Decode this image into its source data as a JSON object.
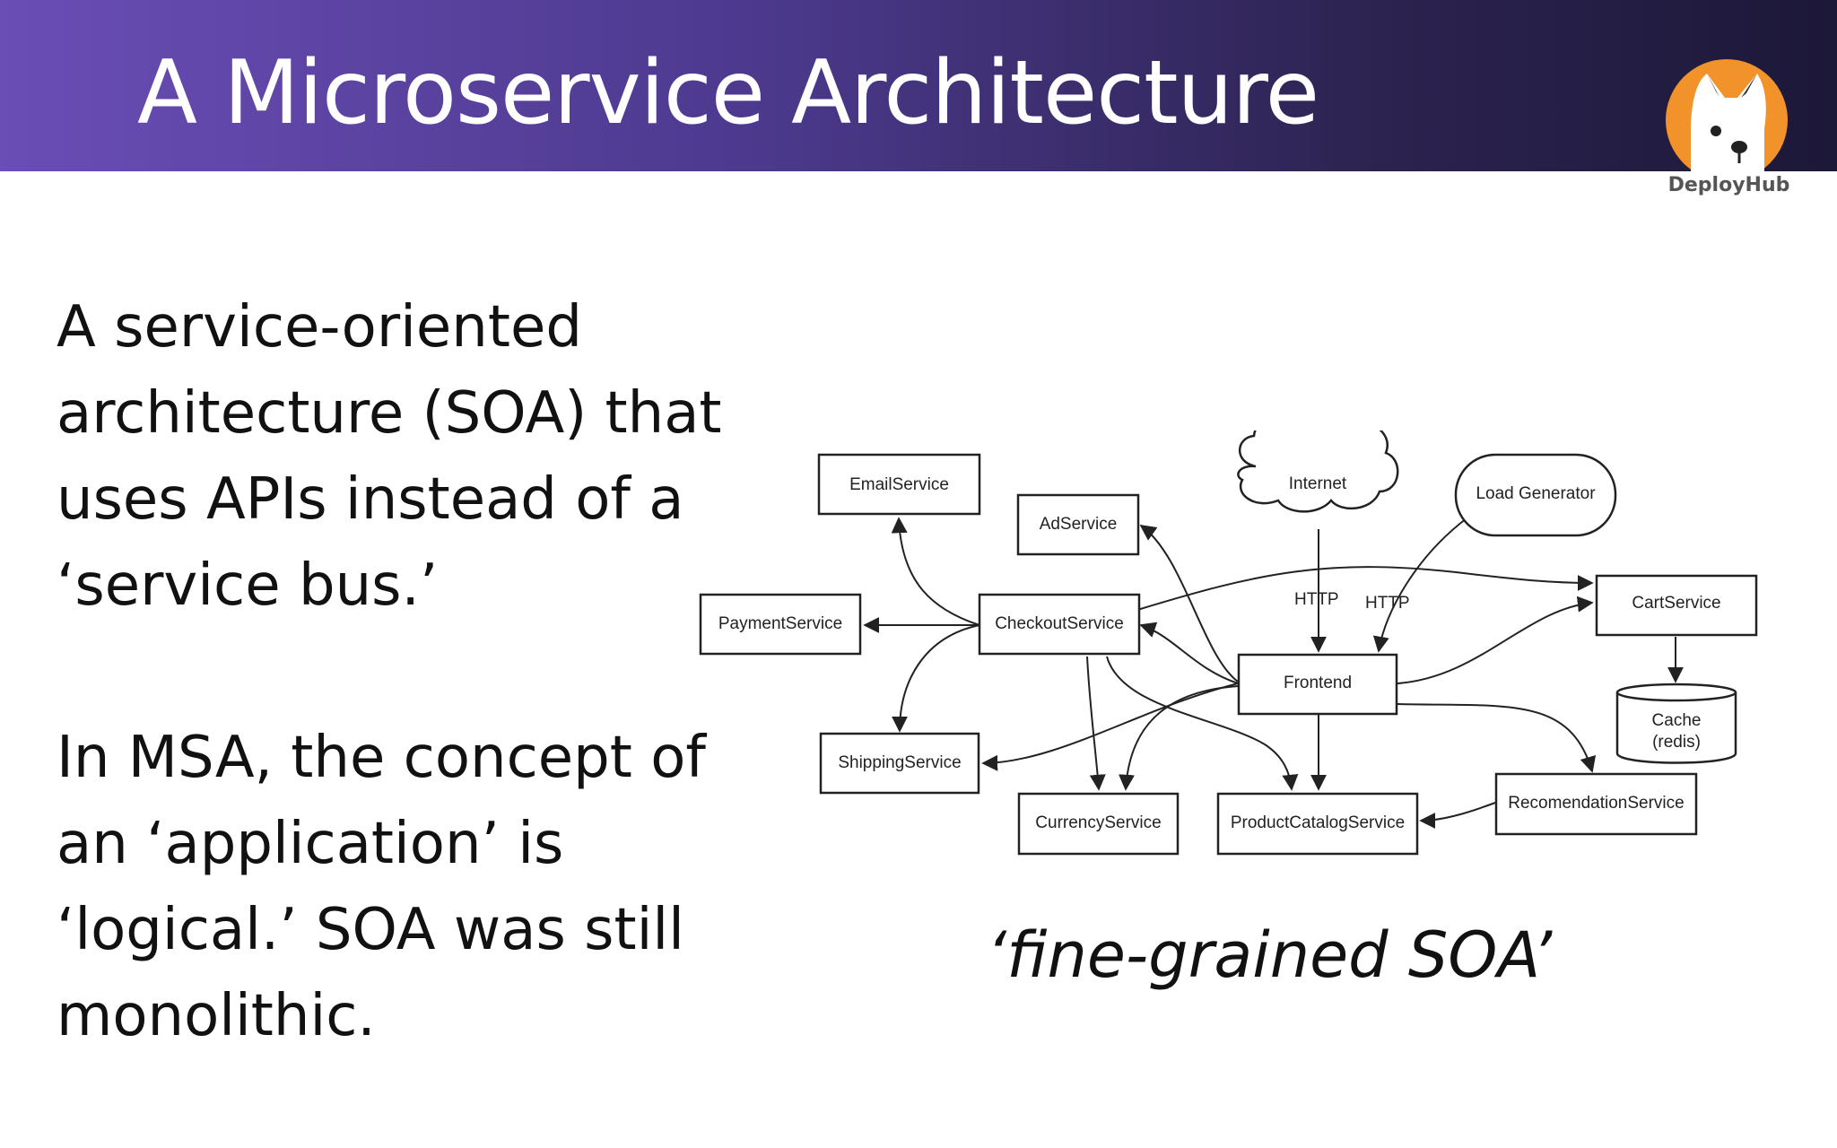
{
  "slide": {
    "title": "A Microservice Architecture",
    "logo": {
      "icon": "dog-icon",
      "text": "DeployHub",
      "color": "#f2922a"
    },
    "paragraph1": "A service-oriented architecture (SOA) that uses APIs instead of a ‘service bus.’",
    "paragraph2": "In MSA, the concept of an ‘application’ is ‘logical.’  SOA was still monolithic.",
    "caption": "‘fine-grained SOA’"
  },
  "diagram": {
    "nodes": {
      "email": "EmailService",
      "ad": "AdService",
      "internet": "Internet",
      "loadgen": "Load Generator",
      "payment": "PaymentService",
      "checkout": "CheckoutService",
      "cart": "CartService",
      "frontend": "Frontend",
      "cache_line1": "Cache",
      "cache_line2": "(redis)",
      "shipping": "ShippingService",
      "currency": "CurrencyService",
      "productcatalog": "ProductCatalogService",
      "recommendation": "RecomendationService"
    },
    "edge_labels": {
      "http1": "HTTP",
      "http2": "HTTP"
    }
  }
}
